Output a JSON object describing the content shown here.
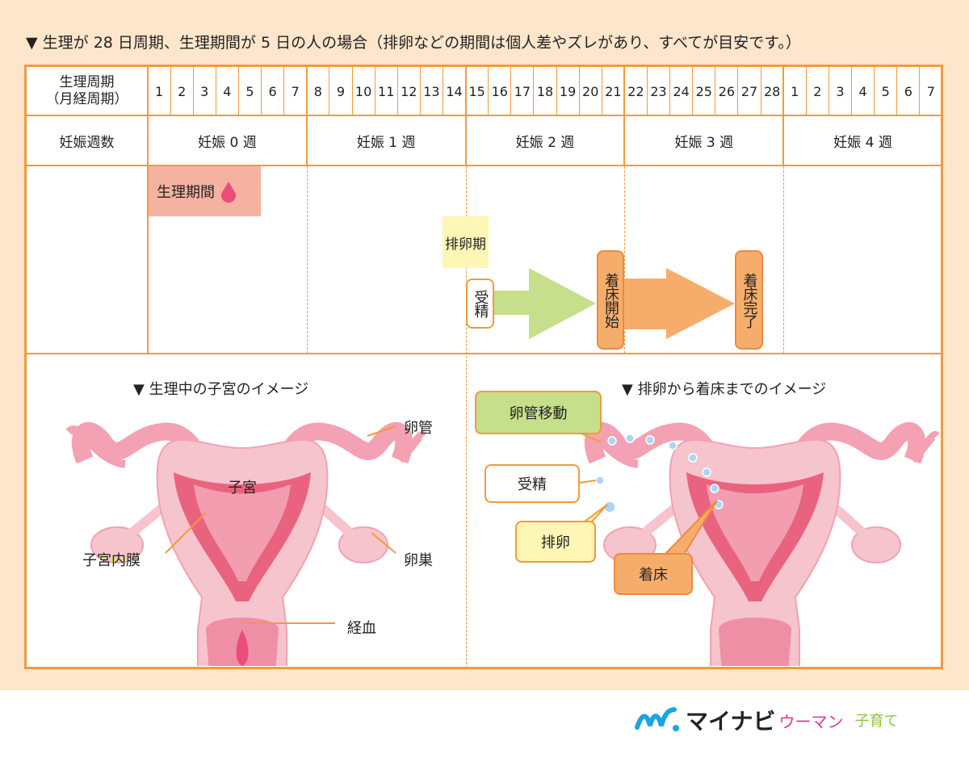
{
  "title": "▼ 生理が 28 日周期、生理期間が 5 日の人の場合（排卵などの期間は個人差やズレがあり、すべてが目安です。）",
  "header": {
    "cycle_label": "生理周期",
    "cycle_sub": "（月経周期）",
    "weeks_label": "妊娠週数",
    "days": [
      "1",
      "2",
      "3",
      "4",
      "5",
      "6",
      "7",
      "8",
      "9",
      "10",
      "11",
      "12",
      "13",
      "14",
      "15",
      "16",
      "17",
      "18",
      "19",
      "20",
      "21",
      "22",
      "23",
      "24",
      "25",
      "26",
      "27",
      "28",
      "1",
      "2",
      "3",
      "4",
      "5",
      "6",
      "7"
    ],
    "weeks": [
      "妊娠 0 週",
      "妊娠 1 週",
      "妊娠 2 週",
      "妊娠 3 週",
      "妊娠 4 週"
    ]
  },
  "timeline": {
    "period": "生理期間",
    "ovulation_period": "排卵期",
    "fertilization": "受精",
    "implant_start": "着床開始",
    "implant_done": "着床完了"
  },
  "left_image": {
    "title": "▼ 生理中の子宮のイメージ",
    "tube": "卵管",
    "uterus": "子宮",
    "endometrium": "子宮内膜",
    "ovary": "卵巣",
    "blood": "経血"
  },
  "right_image": {
    "title": "▼ 排卵から着床までのイメージ",
    "tube_move": "卵管移動",
    "fertilization": "受精",
    "ovulation": "排卵",
    "implantation": "着床"
  },
  "logo": {
    "brand": "マイナビ",
    "sub": "ウーマン",
    "section": "子育て"
  },
  "colors": {
    "orange": "#f39a3b",
    "peach": "#fde6cb",
    "green": "#c5df8a",
    "pink": "#e94e7a"
  }
}
